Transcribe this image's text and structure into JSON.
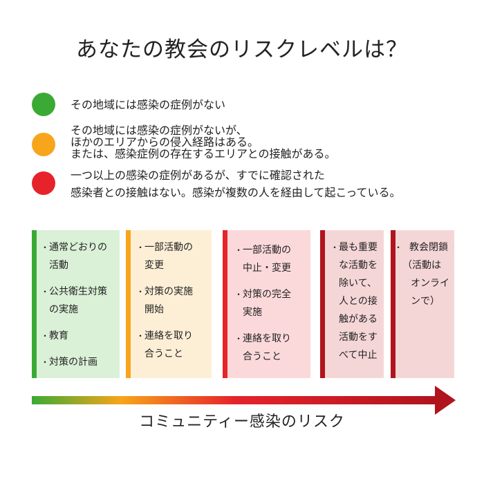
{
  "title": "あなたの教会のリスクレベルは？",
  "colors": {
    "green": "#3aaa35",
    "orange": "#f7a51b",
    "red": "#e6232b",
    "darkred": "#b0141d"
  },
  "legend": [
    {
      "lines": [
        "その地域には感染の症例がない"
      ]
    },
    {
      "lines": [
        "その地域には感染の症例がないが、",
        "ほかのエリアからの侵入経路はある。",
        "または、感染症例の存在するエリアとの接触がある。"
      ]
    },
    {
      "lines": [
        "一つ以上の感染の症例があるが、すでに確認された",
        "感染者との接触はない。感染が複数の人を経由して起こっている。"
      ]
    }
  ],
  "columns": [
    {
      "items": [
        [
          "通常どおりの",
          "活動"
        ],
        [
          "公共衛生対策",
          "の実施"
        ],
        [
          "教育"
        ],
        [
          "対策の計画"
        ]
      ]
    },
    {
      "items": [
        [
          "一部活動の",
          "変更"
        ],
        [
          "対策の実施",
          "開始"
        ],
        [
          "連絡を取り",
          "合うこと"
        ]
      ]
    },
    {
      "items": [
        [
          "一部活動の",
          "中止・変更"
        ],
        [
          "対策の完全",
          "実施"
        ],
        [
          "連絡を取り",
          "合うこと"
        ]
      ]
    },
    {
      "items": [
        [
          "最も重要",
          "な活動を",
          "除いて、",
          "人との接",
          "触がある",
          "活動をす",
          "べて中止"
        ]
      ]
    },
    {
      "items": [
        [
          "教会閉鎖",
          "（活動は",
          "オンライ",
          "ンで）"
        ]
      ]
    }
  ],
  "risk_label": "コミュニティー感染のリスク"
}
